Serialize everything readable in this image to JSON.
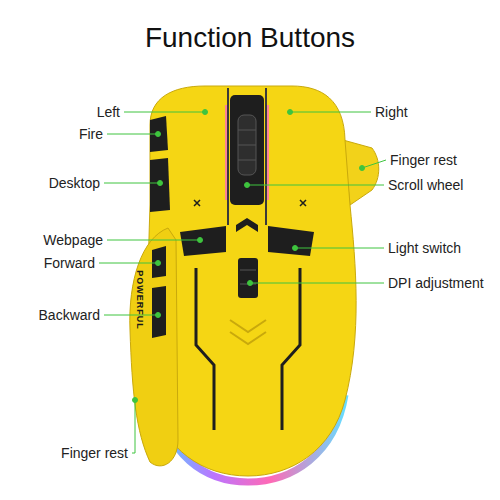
{
  "diagram": {
    "title": "Function Buttons",
    "labels": [
      "Left",
      "Fire",
      "Desktop",
      "Webpage",
      "Forward",
      "Backward",
      "Finger rest",
      "Right",
      "Finger rest",
      "Scroll wheel",
      "Light switch",
      "DPI adjustment",
      "POWERFUL"
    ]
  }
}
